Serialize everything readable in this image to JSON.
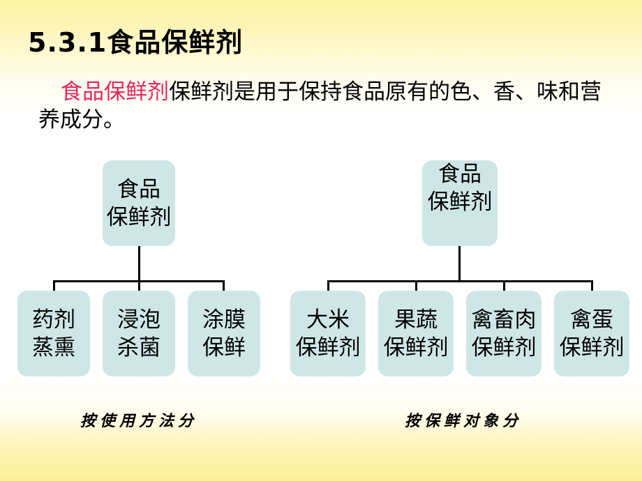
{
  "title": "5.3.1食品保鲜剂",
  "intro": {
    "highlight": "食品保鲜剂",
    "text": "保鲜剂是用于保持食品原有的色、香、味和营养成分。"
  },
  "colors": {
    "box_fill": "#cfe6e6",
    "highlight": "#e8265a",
    "background_band": "#fcef98"
  },
  "left_tree": {
    "root": {
      "line1": "食品",
      "line2": "保鲜剂"
    },
    "children": [
      {
        "line1": "药剂",
        "line2": "蒸熏"
      },
      {
        "line1": "浸泡",
        "line2": "杀菌"
      },
      {
        "line1": "涂膜",
        "line2": "保鲜"
      }
    ],
    "caption": "按使用方法分"
  },
  "right_tree": {
    "root": {
      "line1": "食品",
      "line2": "保鲜剂"
    },
    "children": [
      {
        "line1": "大米",
        "line2": "保鲜剂"
      },
      {
        "line1": "果蔬",
        "line2": "保鲜剂"
      },
      {
        "line1": "禽畜肉",
        "line2": "保鲜剂"
      },
      {
        "line1": "禽蛋",
        "line2": "保鲜剂"
      }
    ],
    "caption": "按保鲜对象分"
  }
}
